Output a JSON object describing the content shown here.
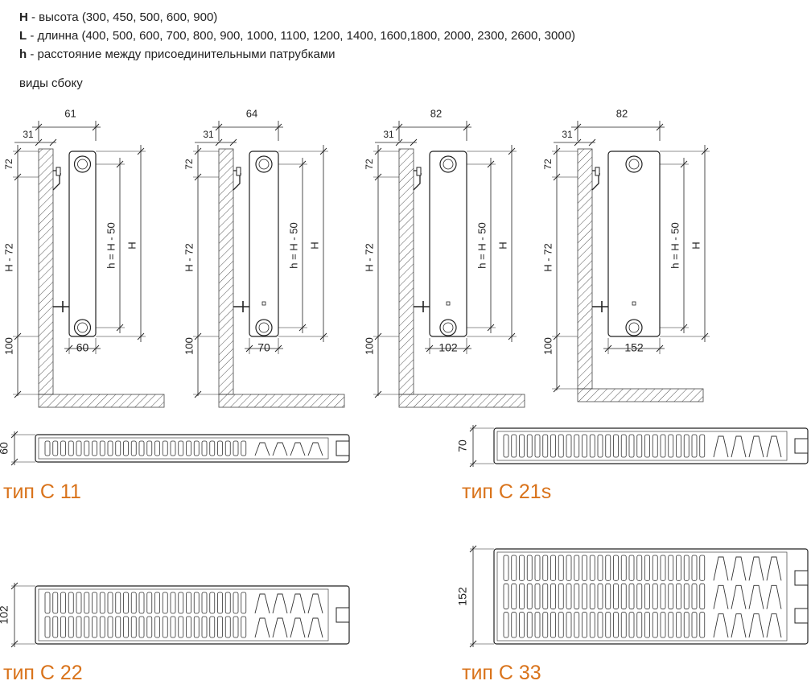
{
  "legend": [
    {
      "symbol": "H",
      "text": " - высота (300, 450, 500, 600, 900)"
    },
    {
      "symbol": "L",
      "text": " - длинна (400, 500, 600, 700, 800, 900, 1000, 1100, 1200, 1400, 1600,1800, 2000, 2300, 2600, 3000)"
    },
    {
      "symbol": "h",
      "text": " - расстояние между присоединительными патрубками"
    }
  ],
  "side_views_title": "виды сбоку",
  "common_labels": {
    "top_offset": "72",
    "body_height": "H - 72",
    "bottom_offset": "100",
    "axis_distance": "h = H - 50",
    "total_height": "H",
    "wall_offset": "31"
  },
  "side_views": [
    {
      "bracket_width": "61",
      "depth": "60"
    },
    {
      "bracket_width": "64",
      "depth": "70"
    },
    {
      "bracket_width": "82",
      "depth": "102"
    },
    {
      "bracket_width": "82",
      "depth": "152"
    }
  ],
  "sections": [
    {
      "type": "тип C 11",
      "depth": "60"
    },
    {
      "type": "тип C 21s",
      "depth": "70"
    },
    {
      "type": "тип C 22",
      "depth": "102"
    },
    {
      "type": "тип C 33",
      "depth": "152"
    }
  ],
  "colors": {
    "accent": "#d9731b",
    "line": "#222222",
    "hatch": "#555555"
  }
}
